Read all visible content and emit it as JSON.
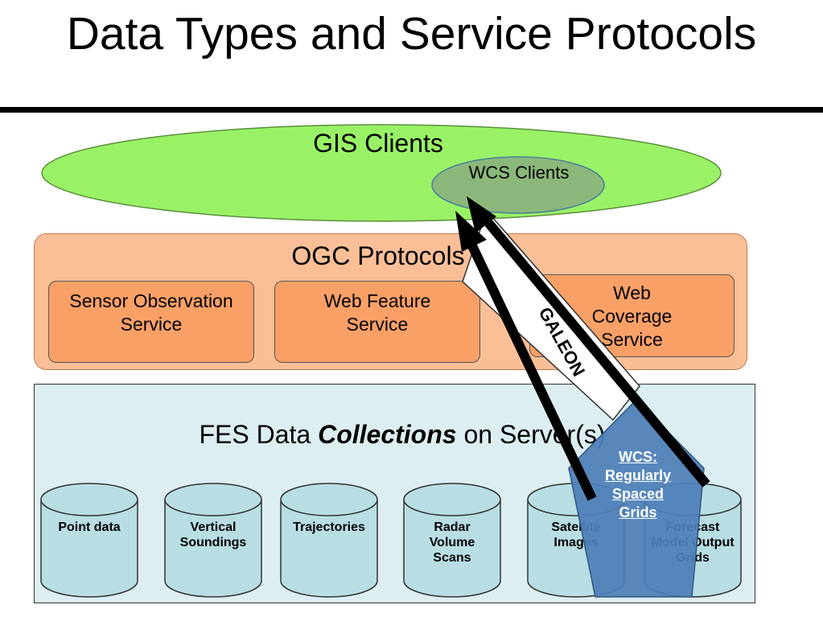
{
  "title": "Data Types and Service Protocols",
  "gis_clients": {
    "label": "GIS Clients",
    "wcs_clients_label": "WCS Clients"
  },
  "ogc": {
    "label": "OGC Protocols",
    "services": [
      {
        "label": "Sensor Observation\nService"
      },
      {
        "label": "Web Feature\nService"
      },
      {
        "label": "Web\nCoverage\nService"
      }
    ]
  },
  "fes": {
    "label_prefix": "FES Data ",
    "label_emphasis": "Collections",
    "label_suffix": " on Server(s)",
    "collections": [
      {
        "label": "Point data"
      },
      {
        "label": "Vertical\nSoundings"
      },
      {
        "label": "Trajectories"
      },
      {
        "label": "Radar\nVolume\nScans"
      },
      {
        "label": "Satellite\nImages"
      },
      {
        "label": "Forecast\nModel Output\nGrids"
      }
    ]
  },
  "galeon_label": "GALEON",
  "wcs_grids_label": "WCS:\nRegularly\nSpaced\nGrids",
  "colors": {
    "gis_ellipse": "#99f266",
    "wcs_clients_ellipse": "#8bb87a",
    "ogc_box": "#fbbf97",
    "service_box": "#f9a067",
    "fes_box": "#dceef1",
    "cylinder": "#b8dee3",
    "pentagon": "#4e7fb8"
  }
}
